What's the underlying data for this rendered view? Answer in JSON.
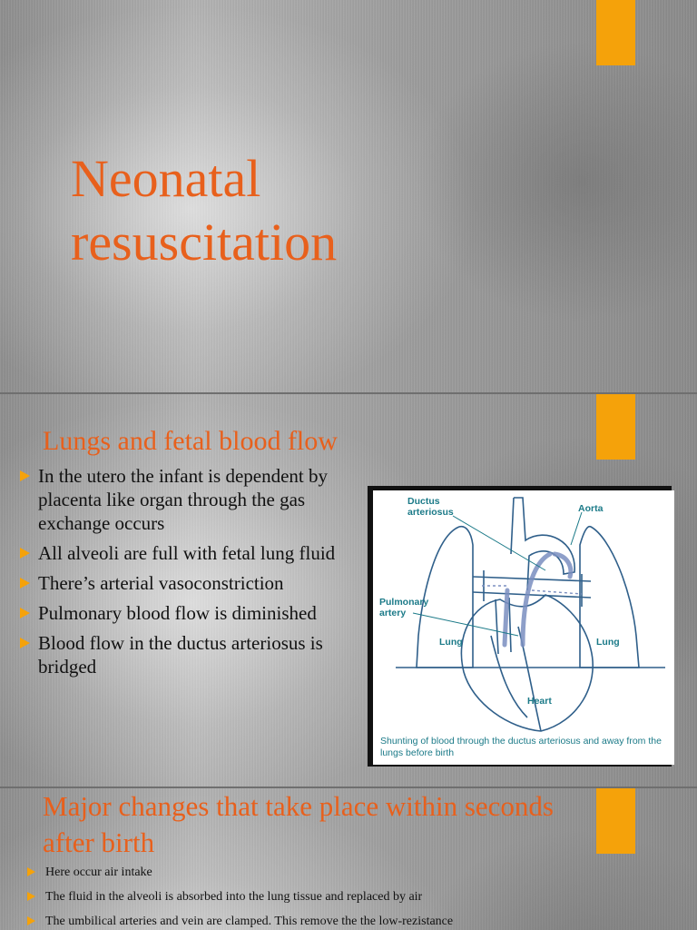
{
  "slide1": {
    "title": "Neonatal resuscitation",
    "accent_color": "#e8601c",
    "tab_color": "#f5a20a"
  },
  "slide2": {
    "title": "Lungs and fetal blood flow",
    "bullets": [
      "In the utero the infant is dependent by placenta like organ through the gas exchange occurs",
      "All alveoli are full with fetal lung fluid",
      "There’s arterial vasoconstriction",
      "Pulmonary blood flow is diminished",
      "Blood flow in the ductus arteriosus is bridged"
    ],
    "figure": {
      "label_ductus_1": "Ductus",
      "label_ductus_2": "arteriosus",
      "label_aorta": "Aorta",
      "label_pulmonary_1": "Pulmonary",
      "label_pulmonary_2": "artery",
      "label_lung_left": "Lung",
      "label_lung_right": "Lung",
      "label_heart": "Heart",
      "caption": "Shunting of blood through the ductus arteriosus and away from the lungs before birth"
    }
  },
  "slide3": {
    "title": "Major changes that take place within seconds after birth",
    "bullets": [
      "Here occur air intake",
      "The fluid in the alveoli is absorbed into the lung tissue and replaced by air",
      "The umbilical arteries and vein are clamped. This remove the the low-rezistance"
    ]
  }
}
